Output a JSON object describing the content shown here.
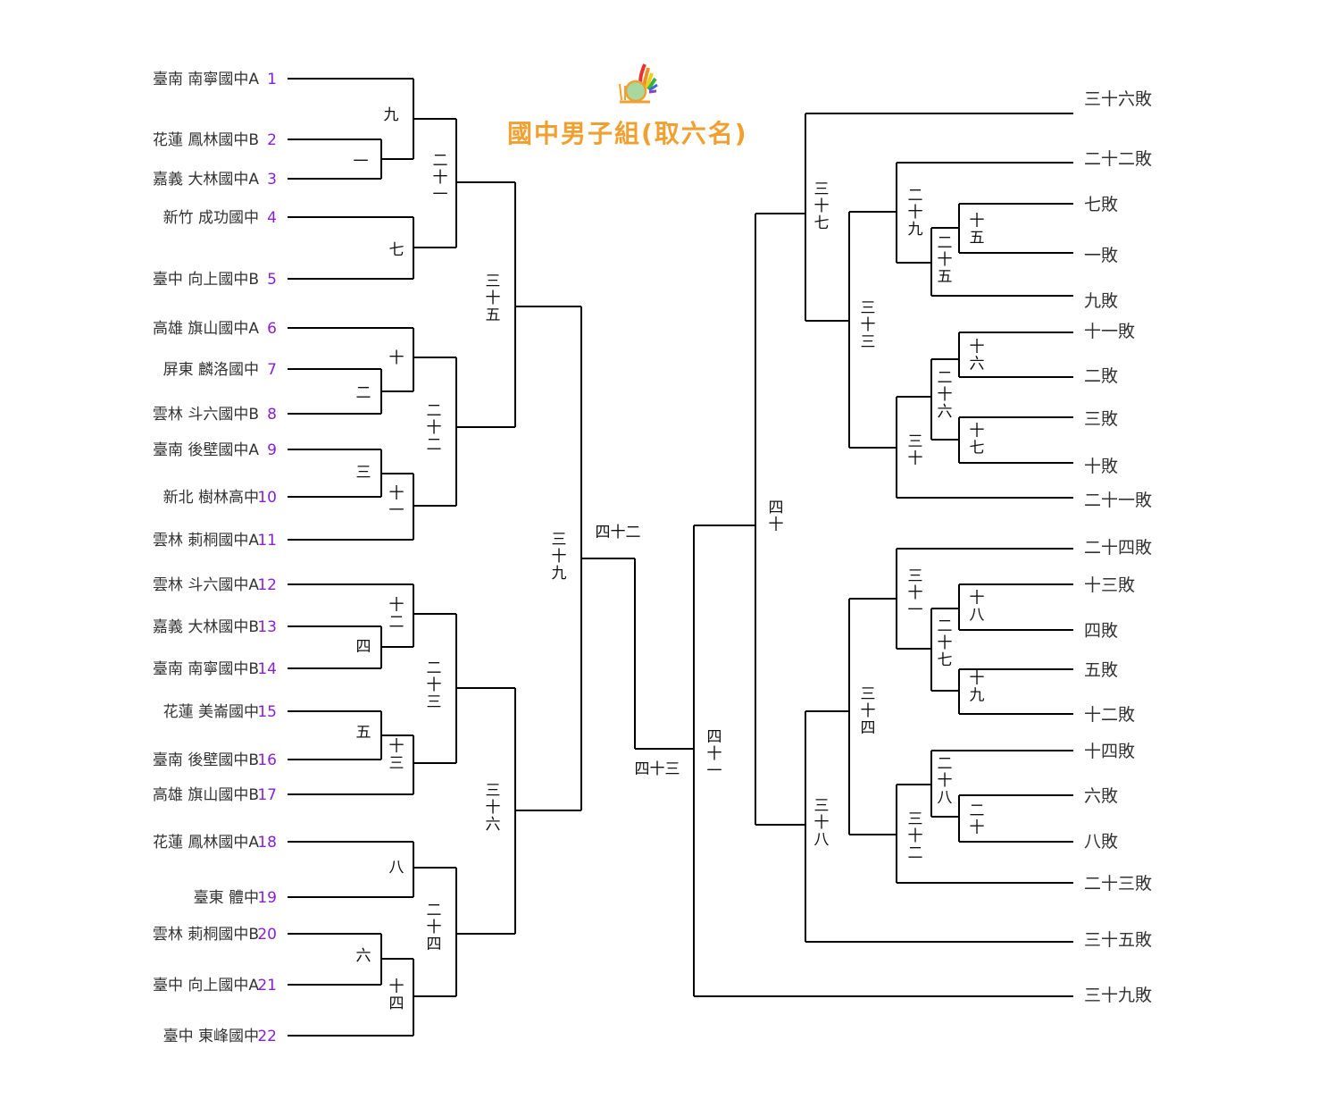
{
  "title": "國中男子組(取六名)",
  "colors": {
    "title": "#f0a030",
    "seed_number": "#8a1fd6",
    "line": "#000000",
    "text": "#333333"
  },
  "logo_icon": "snail-rainbow-logo-icon",
  "teams": [
    {
      "name": "臺南 南寧國中A",
      "seed": "1"
    },
    {
      "name": "花蓮 鳳林國中B",
      "seed": "2"
    },
    {
      "name": "嘉義 大林國中A",
      "seed": "3"
    },
    {
      "name": "新竹 成功國中",
      "seed": "4"
    },
    {
      "name": "臺中 向上國中B",
      "seed": "5"
    },
    {
      "name": "高雄 旗山國中A",
      "seed": "6"
    },
    {
      "name": "屏東 麟洛國中",
      "seed": "7"
    },
    {
      "name": "雲林 斗六國中B",
      "seed": "8"
    },
    {
      "name": "臺南 後壁國中A",
      "seed": "9"
    },
    {
      "name": "新北 樹林高中",
      "seed": "10"
    },
    {
      "name": "雲林 莿桐國中A",
      "seed": "11"
    },
    {
      "name": "雲林 斗六國中A",
      "seed": "12"
    },
    {
      "name": "嘉義 大林國中B",
      "seed": "13"
    },
    {
      "name": "臺南 南寧國中B",
      "seed": "14"
    },
    {
      "name": "花蓮 美崙國中",
      "seed": "15"
    },
    {
      "name": "臺南 後壁國中B",
      "seed": "16"
    },
    {
      "name": "高雄 旗山國中B",
      "seed": "17"
    },
    {
      "name": "花蓮 鳳林國中A",
      "seed": "18"
    },
    {
      "name": "臺東 體中",
      "seed": "19"
    },
    {
      "name": "雲林 莿桐國中B",
      "seed": "20"
    },
    {
      "name": "臺中 向上國中A",
      "seed": "21"
    },
    {
      "name": "臺中 東峰國中",
      "seed": "22"
    }
  ],
  "match_labels": [
    "一",
    "二",
    "三",
    "四",
    "五",
    "六",
    "七",
    "八",
    "九",
    "十",
    "十一",
    "十二",
    "十三",
    "十四",
    "十五",
    "十六",
    "十七",
    "十八",
    "十九",
    "二十",
    "二十一",
    "二十二",
    "二十三",
    "二十四",
    "二十五",
    "二十六",
    "二十七",
    "二十八",
    "二十九",
    "三十",
    "三十一",
    "三十二",
    "三十三",
    "三十四",
    "三十五",
    "三十六",
    "三十七",
    "三十八",
    "三十九",
    "四十",
    "四十一",
    "四十二",
    "四十三"
  ],
  "loser_labels": [
    "三十六敗",
    "二十二敗",
    "七敗",
    "一敗",
    "九敗",
    "十一敗",
    "二敗",
    "三敗",
    "十敗",
    "二十一敗",
    "二十四敗",
    "十三敗",
    "四敗",
    "五敗",
    "十二敗",
    "十四敗",
    "六敗",
    "八敗",
    "二十三敗",
    "三十五敗",
    "三十九敗"
  ]
}
